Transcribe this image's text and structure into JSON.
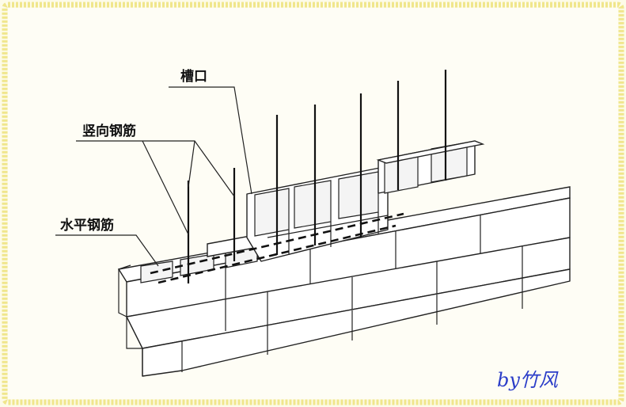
{
  "labels": {
    "groove": "槽口",
    "vertical_rebar": "竖向钢筋",
    "horizontal_rebar": "水平钢筋"
  },
  "signature": "by竹风",
  "colors": {
    "background": "#fdfbe8",
    "border": "#f0e68c",
    "signature": "#2a3cc8"
  }
}
